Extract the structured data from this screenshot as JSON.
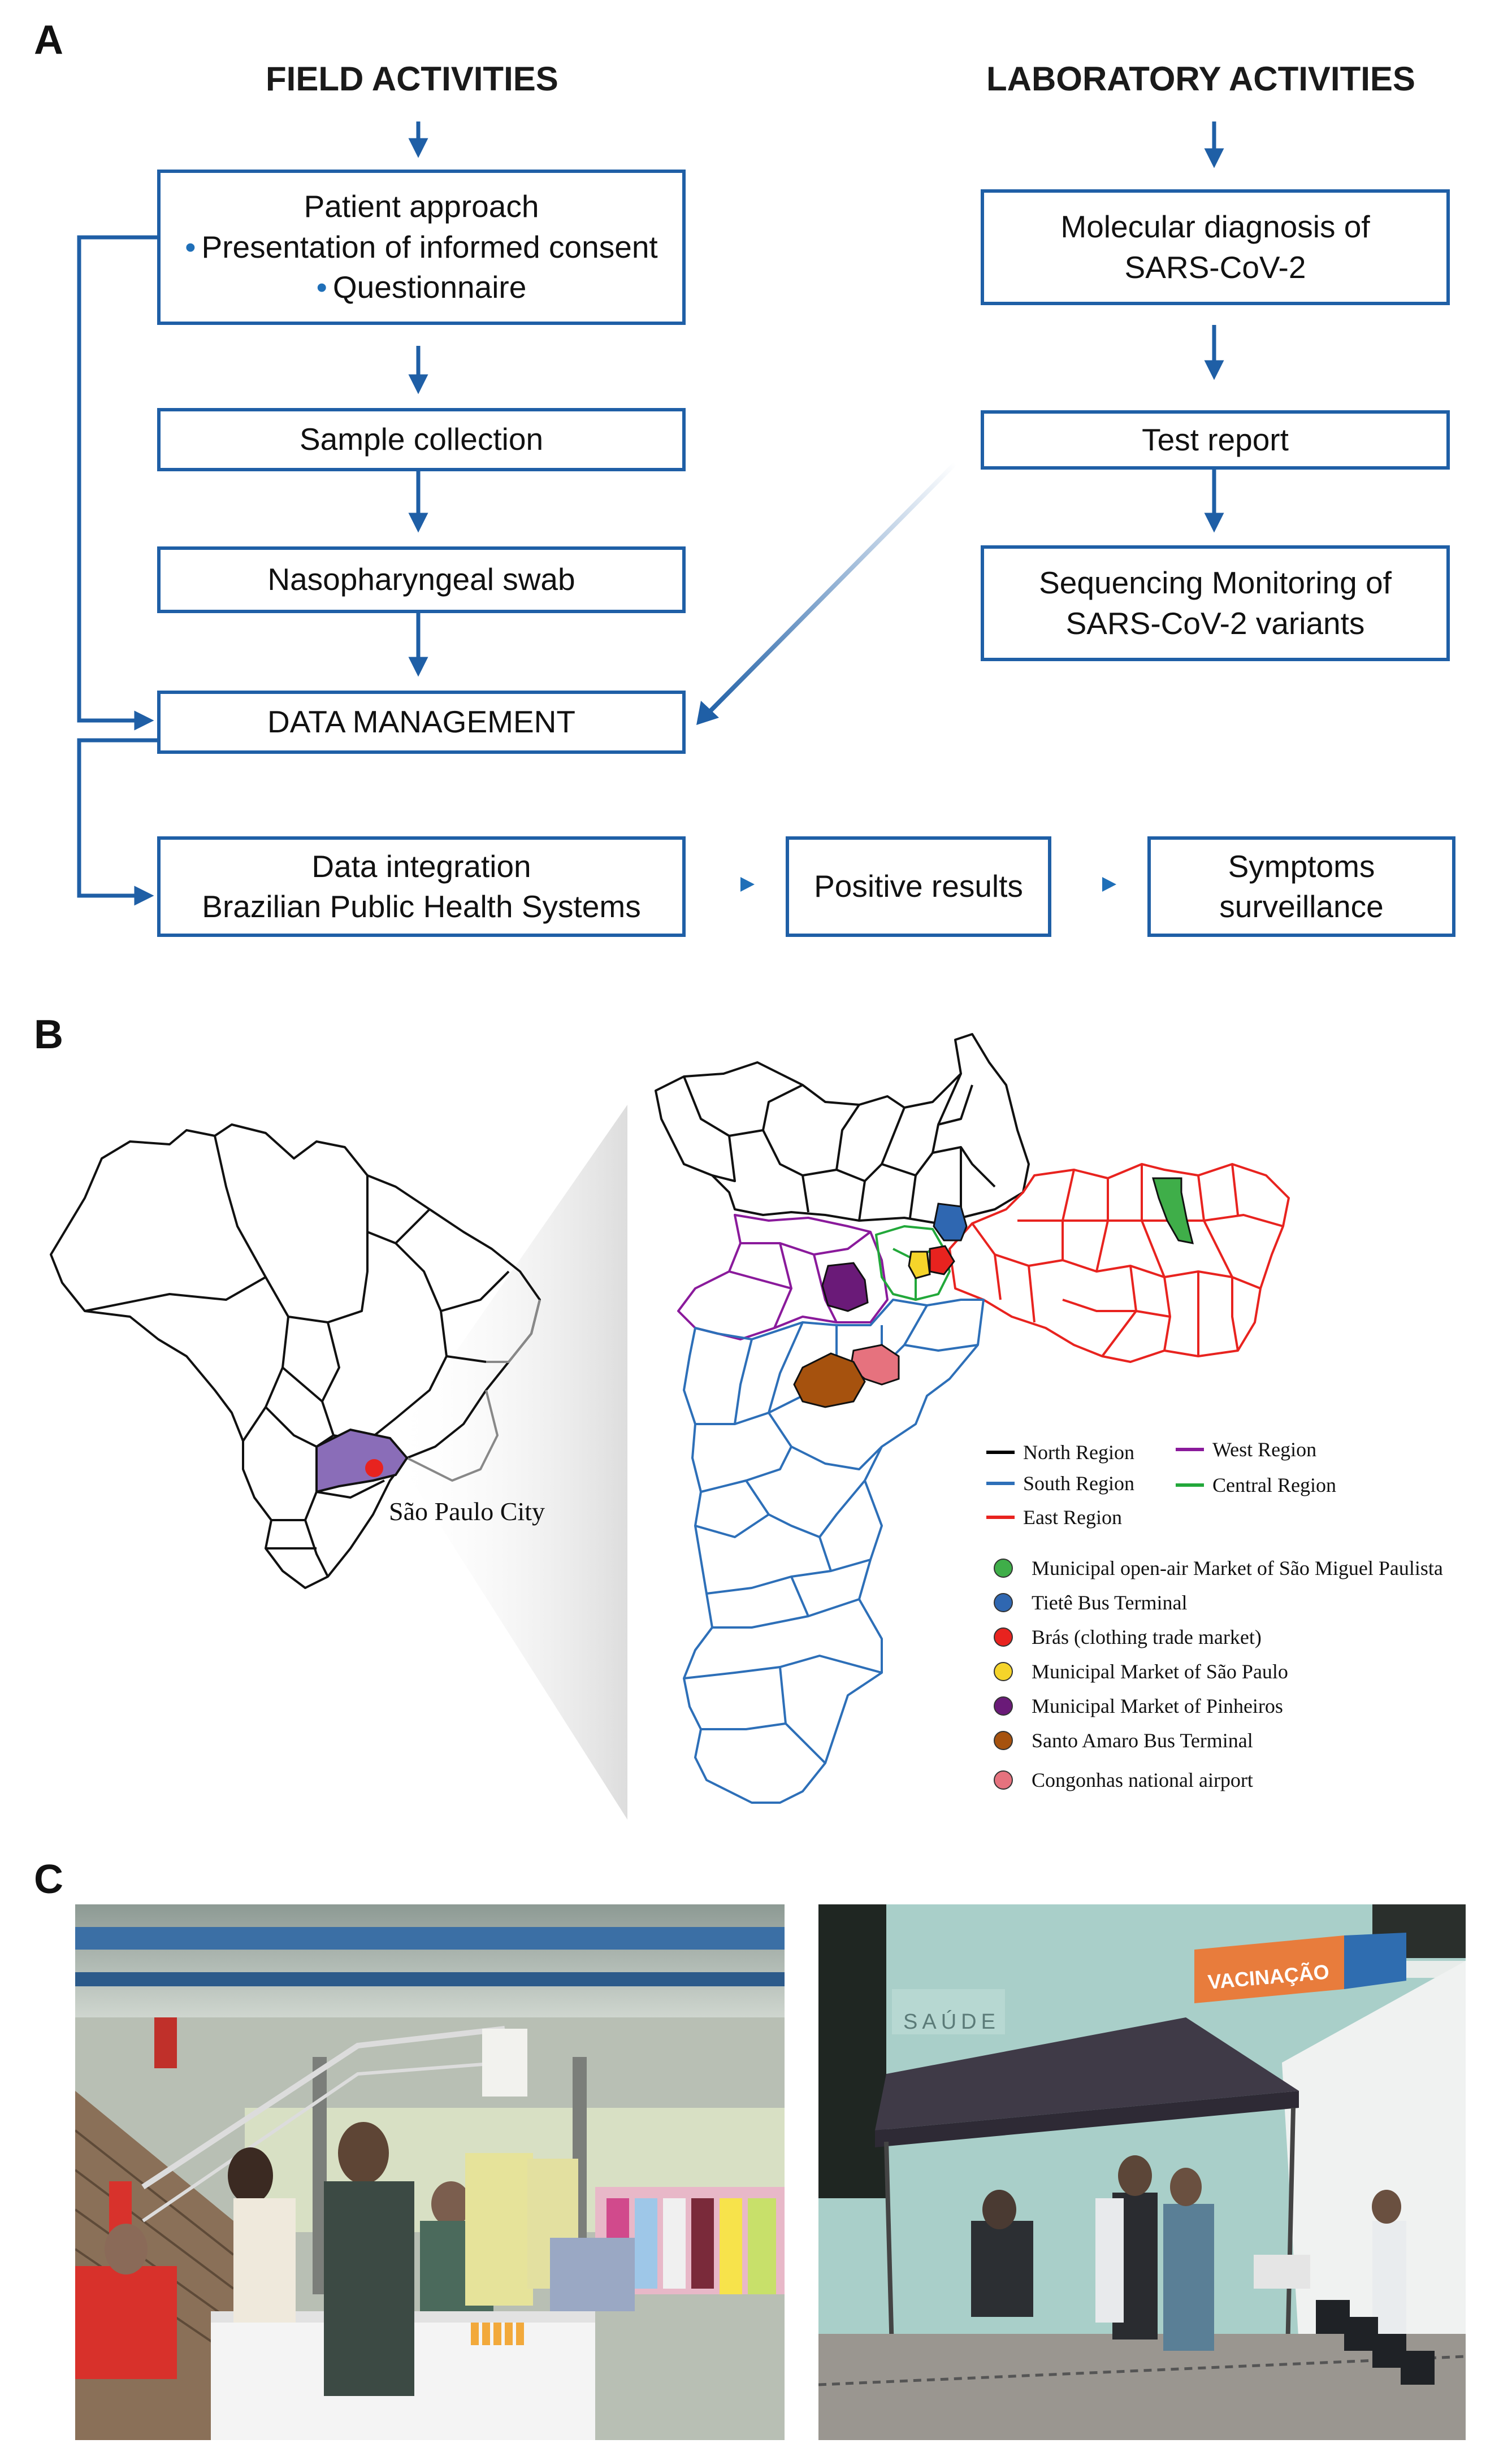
{
  "panel_labels": {
    "a": "A",
    "b": "B",
    "c": "C"
  },
  "flow": {
    "field_header": "FIELD ACTIVITIES",
    "lab_header": "LABORATORY ACTIVITIES",
    "patient_approach": {
      "title": "Patient approach",
      "bullets": [
        "Presentation of informed consent",
        "Questionnaire"
      ]
    },
    "sample_collection": "Sample collection",
    "nasopharyngeal_swab": "Nasopharyngeal swab",
    "data_management": "DATA MANAGEMENT",
    "data_integration": {
      "line1": "Data integration",
      "line2": "Brazilian Public Health Systems"
    },
    "positive_results": "Positive results",
    "symptoms_surveillance": {
      "line1": "Symptoms",
      "line2": "surveillance"
    },
    "molecular_diagnosis": {
      "line1": "Molecular diagnosis of",
      "line2": "SARS-CoV-2"
    },
    "test_report": "Test report",
    "sequencing": {
      "line1": "Sequencing Monitoring of",
      "line2": "SARS-CoV-2 variants"
    }
  },
  "map": {
    "city_label": "São Paulo City",
    "regions": [
      {
        "name": "North Region",
        "color": "#000000"
      },
      {
        "name": "South Region",
        "color": "#2d6fb8"
      },
      {
        "name": "East Region",
        "color": "#e8231f"
      },
      {
        "name": "West Region",
        "color": "#8a1a9b"
      },
      {
        "name": "Central Region",
        "color": "#22a83a"
      }
    ],
    "sites": [
      {
        "name": "Municipal open-air Market of São Miguel Paulista",
        "color": "#3fae49"
      },
      {
        "name": "Tietê Bus Terminal",
        "color": "#2f67b1"
      },
      {
        "name": "Brás (clothing trade market)",
        "color": "#e8231f"
      },
      {
        "name": "Municipal Market of São Paulo",
        "color": "#f5d42a"
      },
      {
        "name": "Municipal Market of Pinheiros",
        "color": "#6a1a78"
      },
      {
        "name": "Santo Amaro Bus Terminal",
        "color": "#a6520e"
      },
      {
        "name": "Congonhas national airport",
        "color": "#e6727e"
      }
    ],
    "state_fill": "#8a6db8",
    "city_dot": "#e8231f"
  },
  "photos": {
    "left_sign": "VACINAÇÃO",
    "right_building_text": "SAÚDE"
  }
}
